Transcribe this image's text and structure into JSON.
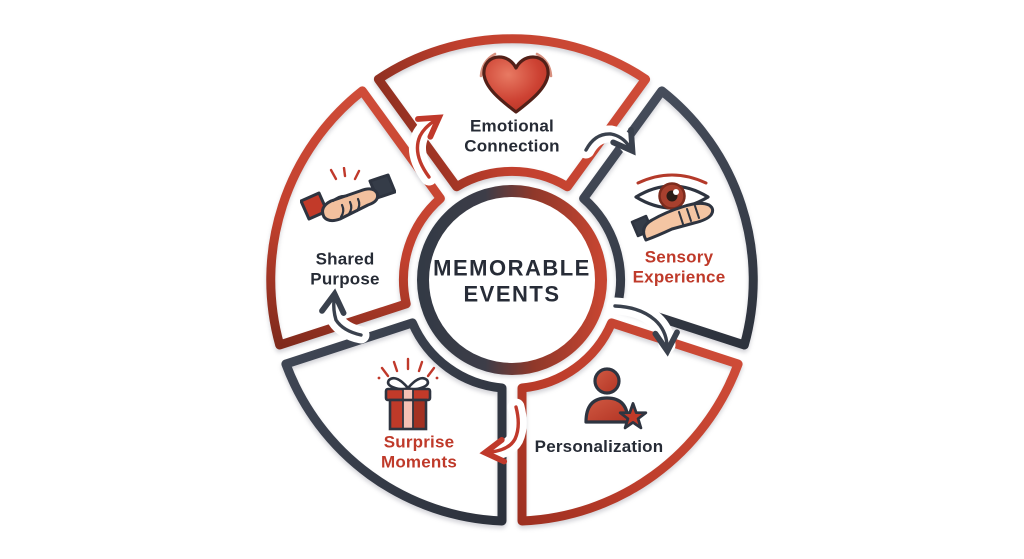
{
  "diagram": {
    "title": "MEMORABLE EVENTS",
    "flow_direction": "clockwise",
    "segments": [
      {
        "label": "Emotional Connection",
        "icon": "heart-icon",
        "position": "top",
        "ring_color": "#c0392b",
        "label_color": "#262b35"
      },
      {
        "label": "Sensory Experience",
        "icon": "eye-hand-icon",
        "position": "right",
        "ring_color": "#3a414d",
        "label_color": "#bf3a2a"
      },
      {
        "label": "Personalization",
        "icon": "person-star-icon",
        "position": "bottom-right",
        "ring_color": "#c0392b",
        "label_color": "#262b35"
      },
      {
        "label": "Surprise Moments",
        "icon": "gift-icon",
        "position": "bottom-left",
        "ring_color": "#3a414d",
        "label_color": "#bf3a2a"
      },
      {
        "label": "Shared Purpose",
        "icon": "handshake-icon",
        "position": "left",
        "ring_color": "#c0392b",
        "label_color": "#262b35"
      }
    ],
    "arrows": {
      "colors": [
        "#c0392b",
        "#3a414d",
        "#3a414d",
        "#c0392b",
        "#3a414d"
      ]
    },
    "colors": {
      "red": "#c0392b",
      "dark": "#3a414d",
      "text_dark": "#262b35",
      "text_red": "#bf3a2a",
      "background": "#ffffff"
    }
  }
}
